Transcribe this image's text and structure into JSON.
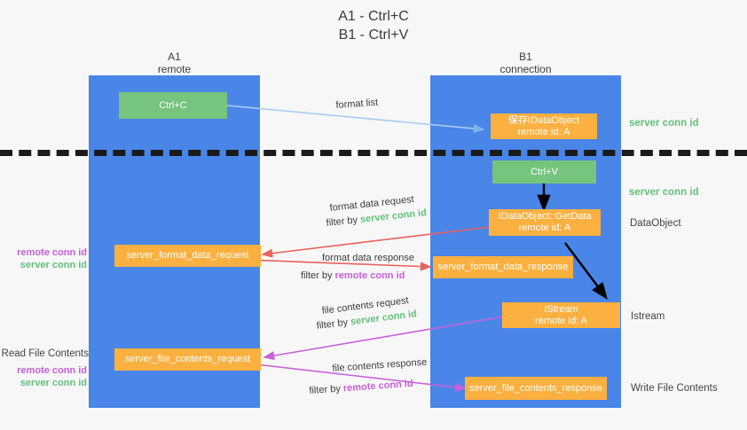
{
  "title": {
    "line1": "A1 - Ctrl+C",
    "line2": "B1 - Ctrl+V"
  },
  "lanes": [
    {
      "id": "a1",
      "name": "A1",
      "sub": "remote",
      "color": "#4a86e8"
    },
    {
      "id": "b1",
      "name": "B1",
      "sub": "connection",
      "color": "#4a86e8"
    }
  ],
  "colors": {
    "lane": "#4a86e8",
    "green_box": "#76c47d",
    "orange_box": "#fbb040",
    "server_conn_id": "#63c07a",
    "remote_conn_id": "#c661d8",
    "arrow_blue": "#a8cdf0",
    "arrow_red": "#e8625c",
    "arrow_magenta": "#c661d8",
    "arrow_black": "#000000",
    "divider": "#1a1a1a",
    "background": "#f7f7f7"
  },
  "boxes": {
    "ctrl_c": {
      "label": "Ctrl+C",
      "kind": "green"
    },
    "ctrl_v": {
      "label": "Ctrl+V",
      "kind": "green"
    },
    "save_idataobject": {
      "line1": "保存IDataObject",
      "line2": "remote id: A",
      "kind": "orange"
    },
    "getdata": {
      "line1": "IDataObject::GetData",
      "line2": "remote id: A",
      "kind": "orange"
    },
    "istream": {
      "line1": "IStream",
      "line2": "remote id: A",
      "kind": "orange"
    },
    "server_format_data_request": {
      "label": "server_format_data_request",
      "kind": "orange"
    },
    "server_format_data_response": {
      "label": "server_format_data_response",
      "kind": "orange"
    },
    "server_file_contents_request": {
      "label": "server_file_contents_request",
      "kind": "orange"
    },
    "server_file_contents_response": {
      "label": "server_file_contents_response",
      "kind": "orange"
    }
  },
  "edge_labels": {
    "format_list": "format list",
    "format_data_request": "format data request",
    "format_data_request_filter_prefix": "filter by ",
    "format_data_request_filter_value": "server conn id",
    "format_data_response": "format data response",
    "format_data_response_filter_prefix": "filter by ",
    "format_data_response_filter_value": "remote conn id",
    "file_contents_request": "file contents request",
    "file_contents_request_filter_prefix": "filter by ",
    "file_contents_request_filter_value": "server conn id",
    "file_contents_response": "file contents response",
    "file_contents_response_filter_prefix": "filter by ",
    "file_contents_response_filter_value": "remote conn id"
  },
  "right_labels": {
    "server_conn_id_top": "server conn id",
    "server_conn_id_mid": "server conn id",
    "dataobject": "DataObject",
    "istream": "Istream",
    "write_file_contents": "Write File Contents"
  },
  "left_labels": {
    "group1_remote": "remote conn id",
    "group1_server": "server conn id",
    "read_file_contents": "Read File Contents",
    "group2_remote": "remote conn id",
    "group2_server": "server conn id"
  }
}
